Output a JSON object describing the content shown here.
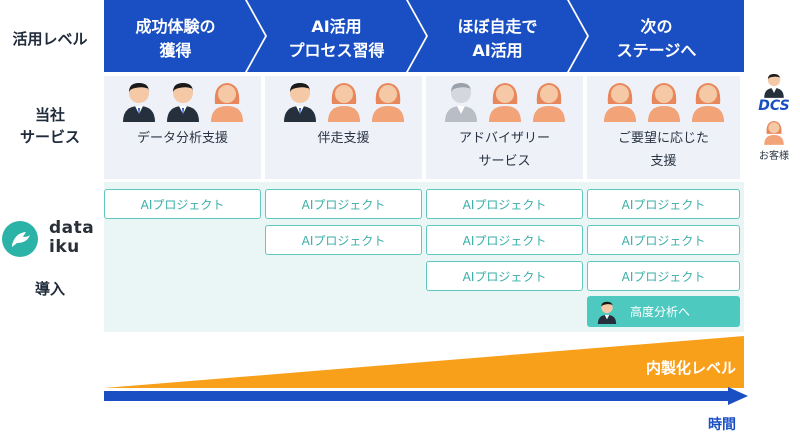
{
  "row_labels": {
    "level": "活用レベル",
    "service": "当社\nサービス",
    "intro": "導入"
  },
  "stages": [
    {
      "title": "成功体験の\n獲得",
      "service": "データ分析支援",
      "avatars": [
        "staff",
        "staff",
        "client"
      ]
    },
    {
      "title": "AI活用\nプロセス習得",
      "service": "伴走支援",
      "avatars": [
        "staff",
        "client",
        "client"
      ]
    },
    {
      "title": "ほぼ自走で\nAI活用",
      "service": "アドバイザリー\nサービス",
      "avatars": [
        "staff-faded",
        "client",
        "client"
      ]
    },
    {
      "title": "次の\nステージへ",
      "service": "ご要望に応じた\n支援",
      "avatars": [
        "client",
        "client",
        "client"
      ]
    }
  ],
  "projects": {
    "label": "AIプロジェクト",
    "counts_per_stage": [
      1,
      2,
      3,
      3
    ]
  },
  "advanced": {
    "label": "高度分析へ",
    "icon": "staff-avatar-icon"
  },
  "dataiku": {
    "text": "data\niku",
    "icon": "dataiku-bird-logo"
  },
  "legend": {
    "company": "DCS",
    "client": "お客様"
  },
  "bottom": {
    "in_house": "内製化レベル",
    "time": "時間"
  },
  "colors": {
    "stage_blue": "#1a4fc4",
    "service_bg": "#eef2f8",
    "intro_bg": "#eaf6f5",
    "teal": "#4ec9c0",
    "orange": "#f9a01b",
    "time_blue": "#1a4fc4"
  }
}
